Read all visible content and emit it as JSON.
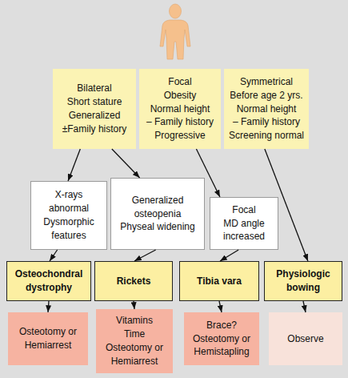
{
  "diagram": {
    "nodes": [
      {
        "text": [
          "Bilateral",
          "Short stature",
          "Generalized",
          "±Family history"
        ]
      },
      {
        "text": [
          "Focal",
          "Obesity",
          "Normal height",
          "– Family history",
          "Progressive"
        ]
      },
      {
        "text": [
          "Symmetrical",
          "Before age 2 yrs.",
          "Normal height",
          "– Family history",
          "Screening normal"
        ]
      },
      {
        "text": [
          "X-rays abnormal",
          "Dysmorphic features"
        ]
      },
      {
        "text": [
          "Generalized osteopenia",
          "Physeal widening"
        ]
      },
      {
        "text": [
          "Focal",
          "MD angle increased"
        ]
      },
      {
        "text": [
          "Osteochondral dystrophy"
        ]
      },
      {
        "text": [
          "Rickets"
        ]
      },
      {
        "text": [
          "Tibia vara"
        ]
      },
      {
        "text": [
          "Physiologic bowing"
        ]
      },
      {
        "text": [
          "Osteotomy or Hemiarrest"
        ]
      },
      {
        "text": [
          "Vitamins",
          "Time",
          "Osteotomy or Hemiarrest"
        ]
      },
      {
        "text": [
          "Brace?",
          "Osteotomy or Hemistapling"
        ]
      },
      {
        "text": [
          "Observe"
        ]
      }
    ],
    "edges": [
      {
        "from": 0,
        "to": 3,
        "arrow": "to"
      },
      {
        "from": 0,
        "to": 4,
        "arrow": "to"
      },
      {
        "from": 1,
        "to": 5,
        "arrow": "to"
      },
      {
        "from": 2,
        "to": 9,
        "arrow": "to"
      },
      {
        "from": 3,
        "to": 6,
        "arrow": "to"
      },
      {
        "from": 4,
        "to": 7,
        "arrow": "to"
      },
      {
        "from": 5,
        "to": 8,
        "arrow": "to"
      },
      {
        "from": 6,
        "to": 10,
        "arrow": "to"
      },
      {
        "from": 7,
        "to": 11,
        "arrow": "to"
      },
      {
        "from": 8,
        "to": 12,
        "arrow": "to"
      },
      {
        "from": 9,
        "to": 13,
        "arrow": "to"
      }
    ]
  }
}
